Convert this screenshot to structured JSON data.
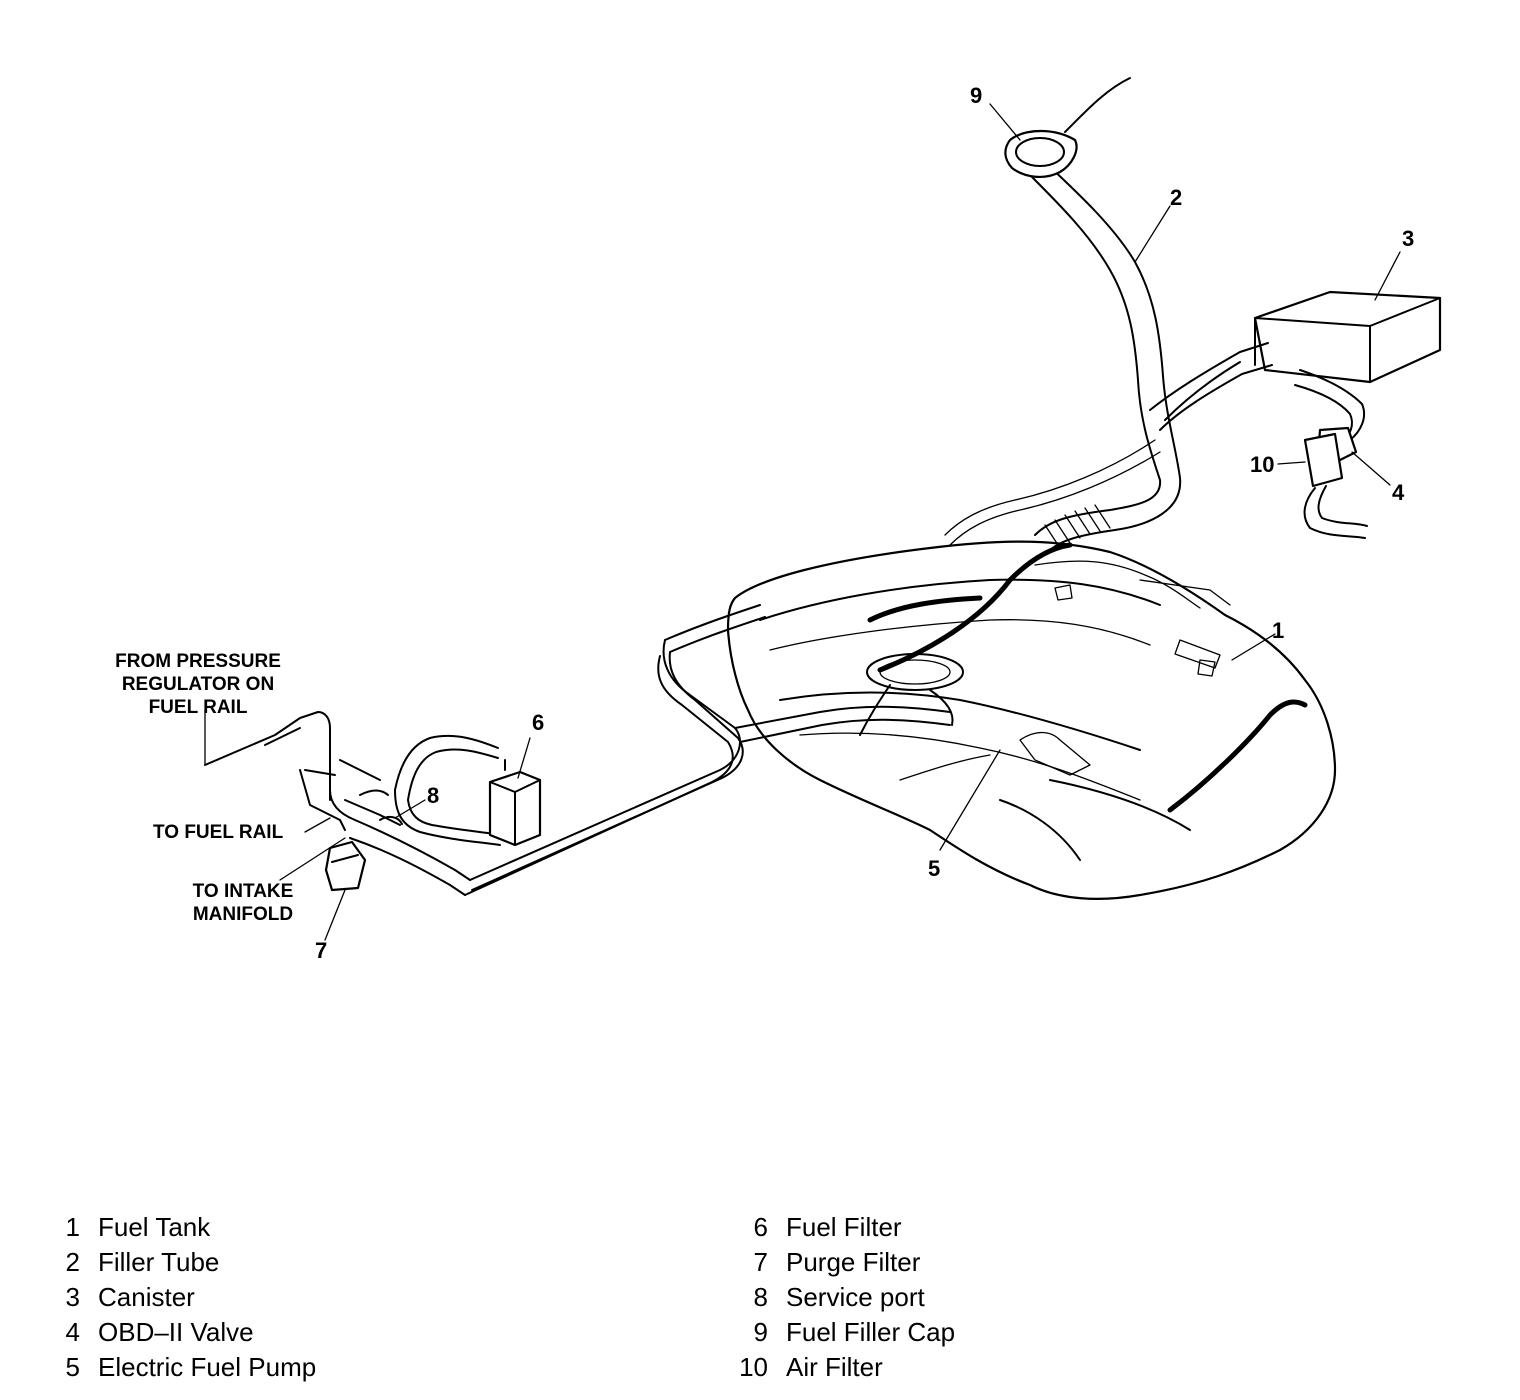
{
  "callouts": {
    "c1": "1",
    "c2": "2",
    "c3": "3",
    "c4": "4",
    "c5": "5",
    "c6": "6",
    "c7": "7",
    "c8": "8",
    "c9": "9",
    "c10": "10"
  },
  "side_labels": {
    "pressure_regulator": [
      "FROM PRESSURE",
      "REGULATOR ON",
      "FUEL  RAIL"
    ],
    "to_fuel_rail": "TO FUEL RAIL",
    "to_intake_manifold": [
      "TO INTAKE",
      "MANIFOLD"
    ]
  },
  "legend": {
    "left": [
      {
        "num": "1",
        "label": "Fuel Tank"
      },
      {
        "num": "2",
        "label": "Filler Tube"
      },
      {
        "num": "3",
        "label": "Canister"
      },
      {
        "num": "4",
        "label": "OBD–II Valve"
      },
      {
        "num": "5",
        "label": "Electric Fuel Pump"
      }
    ],
    "right": [
      {
        "num": "6",
        "label": "Fuel Filter"
      },
      {
        "num": "7",
        "label": "Purge Filter"
      },
      {
        "num": "8",
        "label": "Service port"
      },
      {
        "num": "9",
        "label": "Fuel Filler Cap"
      },
      {
        "num": "10",
        "label": "Air Filter"
      }
    ]
  }
}
